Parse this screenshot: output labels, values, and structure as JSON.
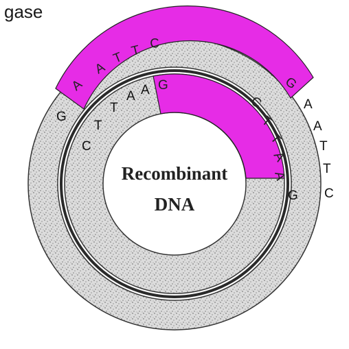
{
  "corner_label": "gase",
  "center": {
    "line1": "Recombinant",
    "line2": "DNA"
  },
  "outer_strand": {
    "insert_bases": [
      "A",
      "A",
      "T",
      "T",
      "C",
      "G"
    ],
    "right_bases": [
      "A",
      "A",
      "T",
      "T",
      "C"
    ],
    "left_base": "G"
  },
  "inner_strand": {
    "left_bases": [
      "C",
      "T",
      "T",
      "A",
      "A"
    ],
    "insert_bases": [
      "G",
      "C",
      "T",
      "T",
      "A",
      "A"
    ],
    "right_base": "G"
  },
  "colors": {
    "insert": "#e62ce6",
    "backbone": "#d8d8d8",
    "stroke": "#333333"
  }
}
